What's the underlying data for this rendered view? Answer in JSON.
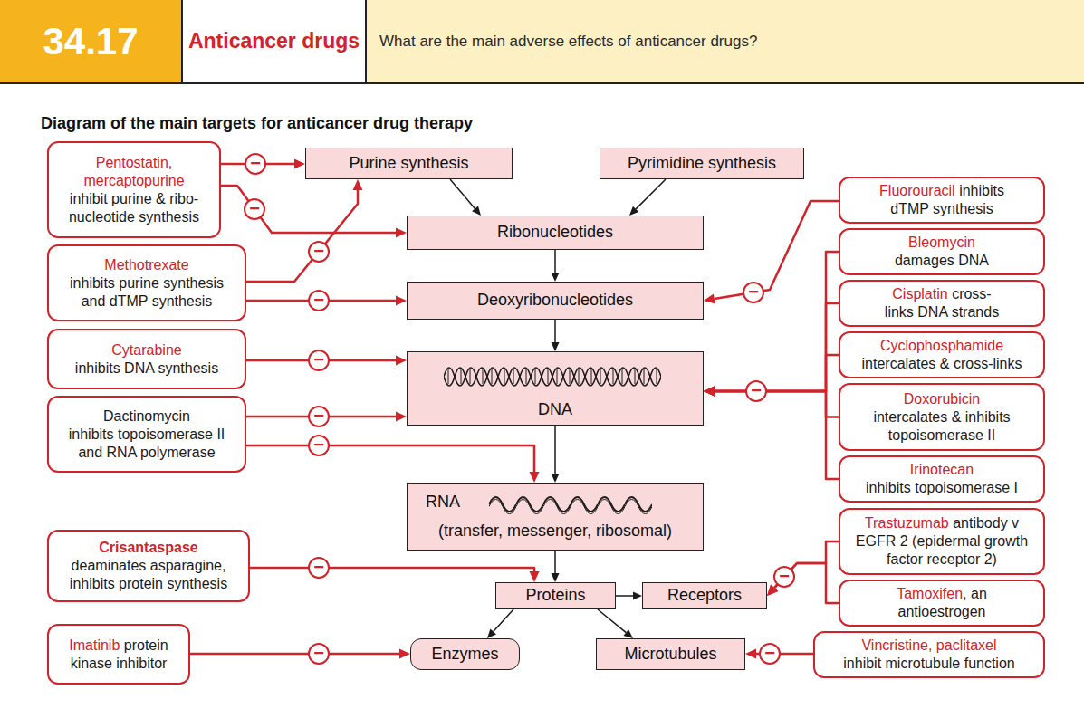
{
  "diagram": {
    "title": "Diagram of the main targets for anticancer drug therapy",
    "nodes": [
      {
        "text": [
          "34.17"
        ]
      },
      {
        "text": [
          "Anticancer drugs"
        ]
      },
      {
        "text": [
          "What are the main adverse effects of anticancer drugs?"
        ]
      },
      {
        "text": [
          "Purine synthesis"
        ]
      },
      {
        "text": [
          "Pyrimidine synthesis"
        ]
      },
      {
        "text": [
          "Ribonucleotides"
        ]
      },
      {
        "text": [
          "Deoxyribonucleotides"
        ]
      },
      {
        "text": [
          "DNA"
        ]
      },
      {
        "text": [
          "RNA",
          "(transfer, messenger, ribosomal)"
        ]
      },
      {
        "text": [
          "Proteins"
        ]
      },
      {
        "text": [
          "Receptors"
        ]
      },
      {
        "text": [
          "Enzymes"
        ]
      },
      {
        "text": [
          "Microtubules"
        ]
      },
      {
        "text": [
          "Pentostatin, mercaptopurine",
          "inhibit purine & ribo- nucleotide synthesis"
        ]
      },
      {
        "text": [
          "Methotrexate",
          "inhibits purine synthesis and dTMP synthesis"
        ]
      },
      {
        "text": [
          "Cytarabine",
          "inhibits DNA synthesis"
        ]
      },
      {
        "text": [
          "Dactinomycin",
          "inhibits topoisomerase II and RNA polymerase"
        ]
      },
      {
        "text": [
          "Crisantaspase",
          "deaminates asparagine, inhibits protein synthesis"
        ]
      },
      {
        "text": [
          "Imatinib",
          "protein kinase inhibitor"
        ]
      },
      {
        "text": [
          "Fluorouracil",
          "inhibits dTMP synthesis"
        ]
      },
      {
        "text": [
          "Bleomycin",
          "damages DNA"
        ]
      },
      {
        "text": [
          "Cisplatin",
          "cross- links DNA strands"
        ]
      },
      {
        "text": [
          "Cyclophosphamide",
          "intercalates & cross-links"
        ]
      },
      {
        "text": [
          "Doxorubicin",
          "intercalates & inhibits topoisomerase II"
        ]
      },
      {
        "text": [
          "Irinotecan",
          "inhibits topoisomerase I"
        ]
      },
      {
        "text": [
          "Trastuzumab",
          "antibody v EGFR 2 (epidermal growth factor receptor 2)"
        ]
      },
      {
        "text": [
          "Tamoxifen",
          ", an antioestrogen"
        ]
      },
      {
        "text": [
          "Vincristine, paclitaxel",
          "inhibit microtubule function"
        ]
      }
    ],
    "edges": [
      {
        "from": 3,
        "to": 5,
        "arrow": "to"
      },
      {
        "from": 4,
        "to": 5,
        "arrow": "to"
      },
      {
        "from": 5,
        "to": 6,
        "arrow": "to"
      },
      {
        "from": 6,
        "to": 7,
        "arrow": "to"
      },
      {
        "from": 7,
        "to": 8,
        "arrow": "to"
      },
      {
        "from": 8,
        "to": 9,
        "arrow": "to"
      },
      {
        "from": 9,
        "to": 10,
        "arrow": "to"
      },
      {
        "from": 9,
        "to": 11,
        "arrow": "to"
      },
      {
        "from": 9,
        "to": 12,
        "arrow": "to"
      },
      {
        "from": 13,
        "to": 3,
        "label": "−",
        "arrow": "to"
      },
      {
        "from": 13,
        "to": 5,
        "label": "−",
        "arrow": "to"
      },
      {
        "from": 14,
        "to": 3,
        "label": "−",
        "arrow": "to"
      },
      {
        "from": 14,
        "to": 6,
        "label": "−",
        "arrow": "to"
      },
      {
        "from": 15,
        "to": 7,
        "label": "−",
        "arrow": "to"
      },
      {
        "from": 16,
        "to": 7,
        "label": "−",
        "arrow": "to"
      },
      {
        "from": 16,
        "to": 8,
        "label": "−",
        "arrow": "to"
      },
      {
        "from": 17,
        "to": 9,
        "label": "−",
        "arrow": "to"
      },
      {
        "from": 18,
        "to": 11,
        "label": "−",
        "arrow": "to"
      },
      {
        "from": 19,
        "to": 6,
        "label": "−",
        "arrow": "to"
      },
      {
        "from": 20,
        "to": 7,
        "arrow": "to"
      },
      {
        "from": 21,
        "to": 7,
        "arrow": "to"
      },
      {
        "from": 22,
        "to": 7,
        "label": "−",
        "arrow": "to"
      },
      {
        "from": 23,
        "to": 7,
        "arrow": "to"
      },
      {
        "from": 24,
        "to": 7,
        "arrow": "to"
      },
      {
        "from": 25,
        "to": 10,
        "label": "−",
        "arrow": "to"
      },
      {
        "from": 26,
        "to": 10,
        "arrow": "to"
      },
      {
        "from": 27,
        "to": 12,
        "label": "−",
        "arrow": "to"
      }
    ]
  }
}
